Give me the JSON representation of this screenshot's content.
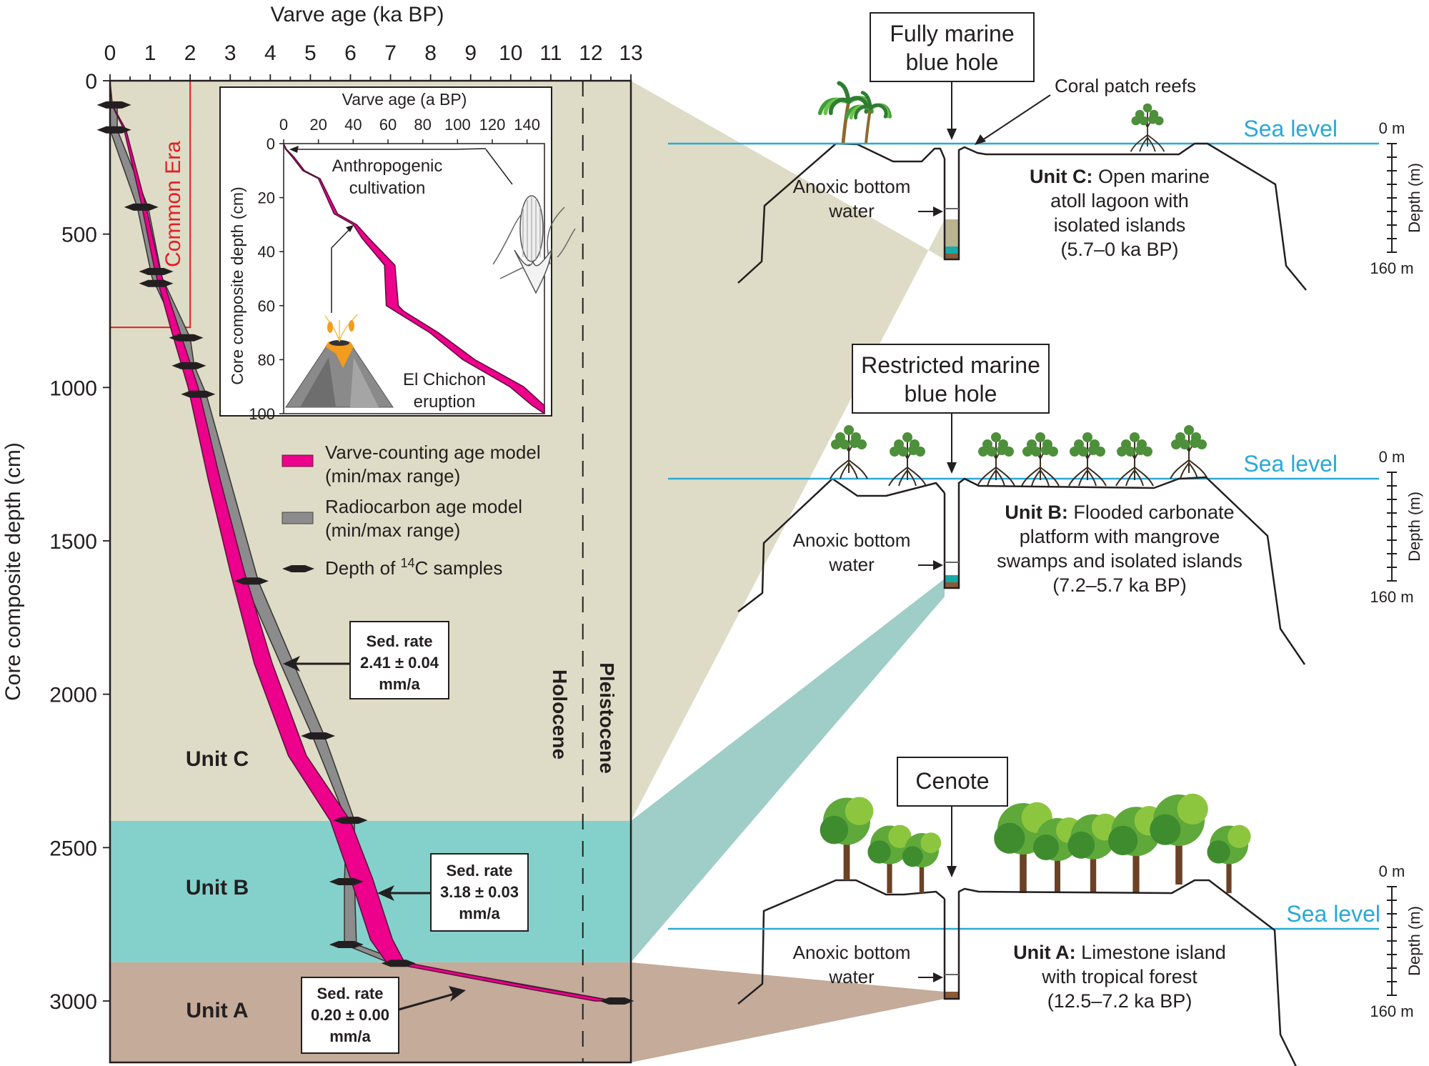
{
  "chart_data": [
    {
      "type": "area",
      "id": "main-age-depth",
      "xlabel": "Varve age (ka BP)",
      "ylabel": "Core composite depth (cm)",
      "xlim": [
        0,
        13
      ],
      "ylim": [
        0,
        3200
      ],
      "x_ticks": [
        0,
        1,
        2,
        3,
        4,
        5,
        6,
        7,
        8,
        9,
        10,
        11,
        12,
        13
      ],
      "y_ticks": [
        0,
        500,
        1000,
        1500,
        2000,
        2500,
        3000
      ],
      "y_inverted": true,
      "units": [
        {
          "name": "Unit C",
          "depth_range": [
            0,
            2413
          ],
          "color": "#dedcc6"
        },
        {
          "name": "Unit B",
          "depth_range": [
            2413,
            2874
          ],
          "color": "#84d1cc"
        },
        {
          "name": "Unit A",
          "depth_range": [
            2874,
            3200
          ],
          "color": "#c4ab9a"
        }
      ],
      "series": [
        {
          "name": "Varve-counting age model (min/max range)",
          "color": "#ec008c",
          "depth": [
            0,
            80,
            160,
            400,
            620,
            800,
            1000,
            1300,
            1600,
            1900,
            2200,
            2413,
            2600,
            2800,
            2874,
            2950,
            3000
          ],
          "age_min": [
            0,
            0.05,
            0.35,
            0.78,
            1.12,
            1.5,
            1.95,
            2.45,
            3.0,
            3.6,
            4.45,
            5.5,
            6.0,
            6.5,
            6.9,
            10.0,
            12.1
          ],
          "age_max": [
            0,
            0.06,
            0.4,
            0.88,
            1.25,
            1.7,
            2.2,
            2.75,
            3.35,
            4.05,
            4.9,
            6.0,
            6.55,
            7.05,
            7.35,
            10.4,
            12.6
          ]
        },
        {
          "name": "Radiocarbon age model (min/max range)",
          "color": "#8c8c8c",
          "depth": [
            79,
            160,
            412,
            642,
            838,
            929,
            1022,
            1631,
            2136,
            2411,
            2611,
            2816,
            2877,
            3000
          ],
          "age_min": [
            0.0,
            0.0,
            0.68,
            1.05,
            1.75,
            1.85,
            2.0,
            3.35,
            5.05,
            5.9,
            5.85,
            5.85,
            7.0,
            12.4
          ],
          "age_max": [
            0.18,
            0.18,
            0.95,
            1.3,
            2.0,
            2.1,
            2.4,
            3.7,
            5.35,
            6.1,
            6.1,
            6.15,
            7.4,
            12.6
          ]
        }
      ],
      "c14_samples": [
        {
          "age": 0.1,
          "depth": 79
        },
        {
          "age": 0.1,
          "depth": 160
        },
        {
          "age": 0.78,
          "depth": 412
        },
        {
          "age": 1.15,
          "depth": 622
        },
        {
          "age": 1.15,
          "depth": 661
        },
        {
          "age": 1.9,
          "depth": 838
        },
        {
          "age": 1.97,
          "depth": 929
        },
        {
          "age": 2.2,
          "depth": 1022
        },
        {
          "age": 3.53,
          "depth": 1631
        },
        {
          "age": 5.19,
          "depth": 2136
        },
        {
          "age": 6.0,
          "depth": 2411
        },
        {
          "age": 5.9,
          "depth": 2611
        },
        {
          "age": 5.9,
          "depth": 2816
        },
        {
          "age": 7.2,
          "depth": 2877
        },
        {
          "age": 12.65,
          "depth": 3000
        }
      ],
      "common_era_box": {
        "label": "Common Era",
        "age_max": 2.0,
        "depth_max": 804,
        "color": "#e31e24"
      },
      "epoch_boundary": {
        "age": 11.8,
        "left_label": "Holocene",
        "right_label": "Pleistocene"
      },
      "sed_rates": [
        {
          "title": "Sed. rate",
          "value": "2.41 ± 0.04",
          "unit": "mm/a"
        },
        {
          "title": "Sed. rate",
          "value": "3.18 ± 0.03",
          "unit": "mm/a"
        },
        {
          "title": "Sed. rate",
          "value": "0.20 ± 0.00",
          "unit": "mm/a"
        }
      ],
      "legend": [
        {
          "label_line1": "Varve-counting age model",
          "label_line2": "(min/max range)",
          "swatch": "#ec008c"
        },
        {
          "label_line1": "Radiocarbon age model",
          "label_line2": "(min/max range)",
          "swatch": "#8c8c8c"
        },
        {
          "label_prefix": "Depth of ",
          "label_sup": "14",
          "label_suffix": "C samples",
          "swatch": "marker"
        }
      ],
      "legend_position": "center"
    },
    {
      "type": "area",
      "id": "inset-age-depth",
      "xlabel": "Varve age (a BP)",
      "ylabel": "Core composite depth (cm)",
      "xlim": [
        0,
        150
      ],
      "ylim": [
        0,
        100
      ],
      "x_ticks": [
        0,
        20,
        40,
        60,
        80,
        100,
        120,
        140
      ],
      "y_ticks": [
        0,
        20,
        40,
        60,
        80,
        100
      ],
      "y_inverted": true,
      "series": [
        {
          "name": "Varve-counting age model (min/max range)",
          "color": "#ec008c",
          "depth": [
            0,
            2,
            5,
            10,
            13,
            26,
            30,
            35,
            45,
            60,
            62,
            70,
            80,
            90,
            97,
            100
          ],
          "age_min": [
            0,
            1,
            5,
            11,
            20,
            29,
            40,
            45,
            58,
            59,
            64,
            84,
            103,
            130,
            143,
            150
          ],
          "age_max": [
            0,
            1.5,
            6,
            12,
            21,
            31,
            42,
            49,
            64,
            66,
            69,
            89,
            110,
            138,
            150,
            150
          ]
        }
      ],
      "annotations": [
        {
          "line1": "Anthropogenic",
          "line2": "cultivation",
          "icon": "corn-icon"
        },
        {
          "line1": "El Chichon",
          "line2": "eruption",
          "icon": "volcano-icon"
        }
      ]
    }
  ],
  "panels": [
    {
      "title_line1": "Fully marine",
      "title_line2": "blue hole",
      "callout": "Coral patch reefs",
      "anoxic_line1": "Anoxic bottom",
      "anoxic_line2": "water",
      "desc_bold": "Unit C:",
      "desc_line1": " Open marine",
      "desc_line2": "atoll lagoon with",
      "desc_line3": "isolated islands",
      "desc_line4": "(5.7–0 ka BP)",
      "sea_level": "Sea level",
      "scale_top": "0 m",
      "scale_bottom": "160 m",
      "scale_label": "Depth (m)",
      "vegetation": "palm-trees"
    },
    {
      "title_line1": "Restricted marine",
      "title_line2": "blue hole",
      "anoxic_line1": "Anoxic bottom",
      "anoxic_line2": "water",
      "desc_bold": "Unit B:",
      "desc_line1": " Flooded carbonate",
      "desc_line2": "platform with mangrove",
      "desc_line3": "swamps and isolated islands",
      "desc_line4": "(7.2–5.7 ka BP)",
      "sea_level": "Sea level",
      "scale_top": "0 m",
      "scale_bottom": "160 m",
      "scale_label": "Depth (m)",
      "vegetation": "mangroves"
    },
    {
      "title_line1": "Cenote",
      "anoxic_line1": "Anoxic bottom",
      "anoxic_line2": "water",
      "desc_bold": "Unit A:",
      "desc_line1": " Limestone island",
      "desc_line2": "with tropical forest",
      "desc_line3": "(12.5–7.2 ka BP)",
      "sea_level": "Sea level",
      "scale_top": "0 m",
      "scale_bottom": "160 m",
      "scale_label": "Depth (m)",
      "vegetation": "tropical-forest"
    }
  ],
  "colors": {
    "unit_c": "#dedcc6",
    "unit_b": "#84d1cc",
    "unit_a": "#c4ab9a",
    "varve": "#ec008c",
    "radiocarbon": "#8c8c8c",
    "sea_level": "#29a9d6",
    "common_era": "#e31e24"
  }
}
